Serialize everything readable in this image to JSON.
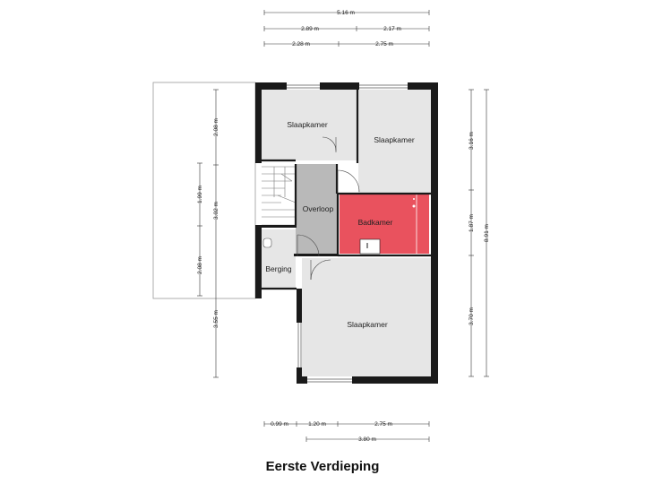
{
  "title": "Eerste Verdieping",
  "colors": {
    "wall": "#1a1a1a",
    "room_fill": "#e6e6e6",
    "hall_fill": "#b9b9b9",
    "bathroom_fill": "#e9525e",
    "dimension_line": "#333333"
  },
  "rooms": {
    "slaapkamer_1": "Slaapkamer",
    "slaapkamer_2": "Slaapkamer",
    "slaapkamer_3": "Slaapkamer",
    "overloop": "Overloop",
    "badkamer": "Badkamer",
    "berging": "Berging"
  },
  "dimensions": {
    "top_total": "5.16 m",
    "top_left": "2.89 m",
    "top_right": "2.17 m",
    "top_inner_left": "2.28 m",
    "top_inner_right": "2.75 m",
    "left_outer_top": "2.08 m",
    "left_outer_bottom": "3.55 m",
    "left_inner_top": "1.99 m",
    "left_inner_mid": "3.02 m",
    "left_inner_bottom": "2.08 m",
    "right_top": "3.16 m",
    "right_mid": "1.87 m",
    "right_bottom": "3.70 m",
    "right_total": "8.91 m",
    "bottom_a": "0.99 m",
    "bottom_b": "1.20 m",
    "bottom_c": "2.75 m",
    "bottom_total": "3.80 m"
  }
}
